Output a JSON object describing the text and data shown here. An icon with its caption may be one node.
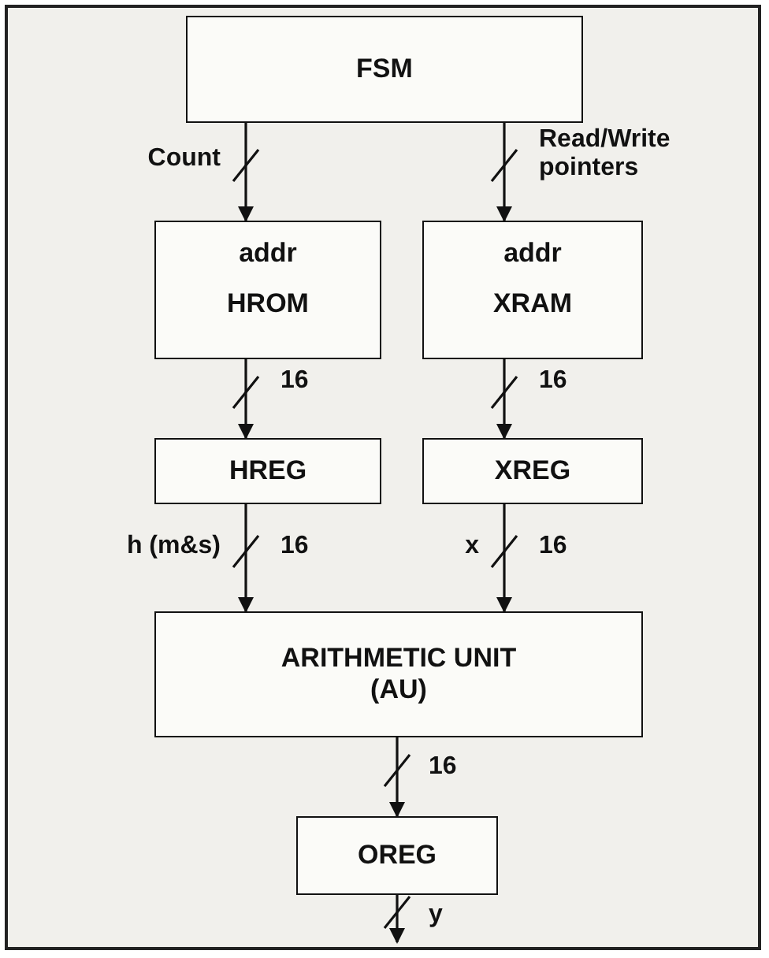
{
  "diagram": {
    "nodes": [
      {
        "text": [
          "FSM"
        ]
      },
      {
        "text": [
          "addr",
          "HROM"
        ]
      },
      {
        "text": [
          "addr",
          "XRAM"
        ]
      },
      {
        "text": [
          "HREG"
        ]
      },
      {
        "text": [
          "XREG"
        ]
      },
      {
        "text": [
          "ARITHMETIC UNIT",
          "(AU)"
        ]
      },
      {
        "text": [
          "OREG"
        ]
      }
    ],
    "edges": [
      {
        "from": 0,
        "to": 1,
        "arrow": "to",
        "label": "Count"
      },
      {
        "from": 0,
        "to": 2,
        "arrow": "to",
        "label": "Read/Write pointers"
      },
      {
        "from": 1,
        "to": 3,
        "arrow": "to",
        "label": "16"
      },
      {
        "from": 2,
        "to": 4,
        "arrow": "to",
        "label": "16"
      },
      {
        "from": 3,
        "to": 5,
        "arrow": "to",
        "label": "h (m&s)"
      },
      {
        "from": 4,
        "to": 5,
        "arrow": "to",
        "label": "x"
      },
      {
        "from": 5,
        "to": 6,
        "arrow": "to",
        "label": "16"
      },
      {
        "from": 6,
        "to": null,
        "arrow": "to",
        "label": "y"
      }
    ],
    "labels": [
      "16",
      "16"
    ]
  }
}
